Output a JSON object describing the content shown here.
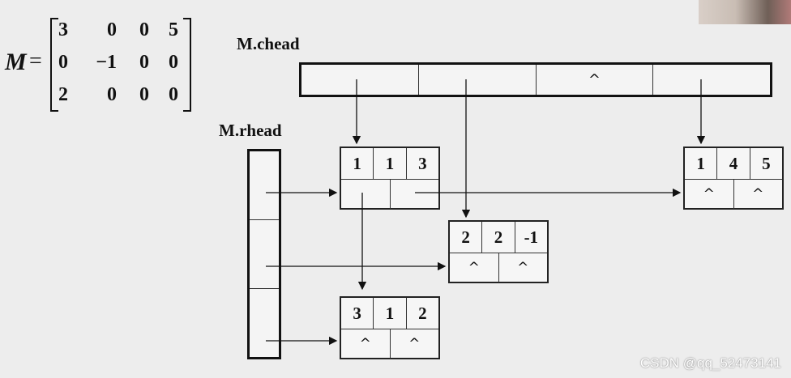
{
  "matrix": {
    "name": "M",
    "equals": "=",
    "rows": [
      [
        "3",
        "0",
        "0",
        "5"
      ],
      [
        "0",
        "−1",
        "0",
        "0"
      ],
      [
        "2",
        "0",
        "0",
        "0"
      ]
    ]
  },
  "chead": {
    "label": "M.chead",
    "cells": [
      "",
      "",
      "^",
      ""
    ]
  },
  "rhead": {
    "label": "M.rhead",
    "cells": [
      "",
      "",
      ""
    ]
  },
  "nodes": [
    {
      "row": "1",
      "col": "1",
      "val": "3",
      "right": "",
      "down": ""
    },
    {
      "row": "2",
      "col": "2",
      "val": "-1",
      "right": "^",
      "down": "^"
    },
    {
      "row": "3",
      "col": "1",
      "val": "2",
      "right": "^",
      "down": "^"
    },
    {
      "row": "1",
      "col": "4",
      "val": "5",
      "right": "^",
      "down": "^"
    }
  ],
  "watermark": "CSDN @qq_52473141"
}
